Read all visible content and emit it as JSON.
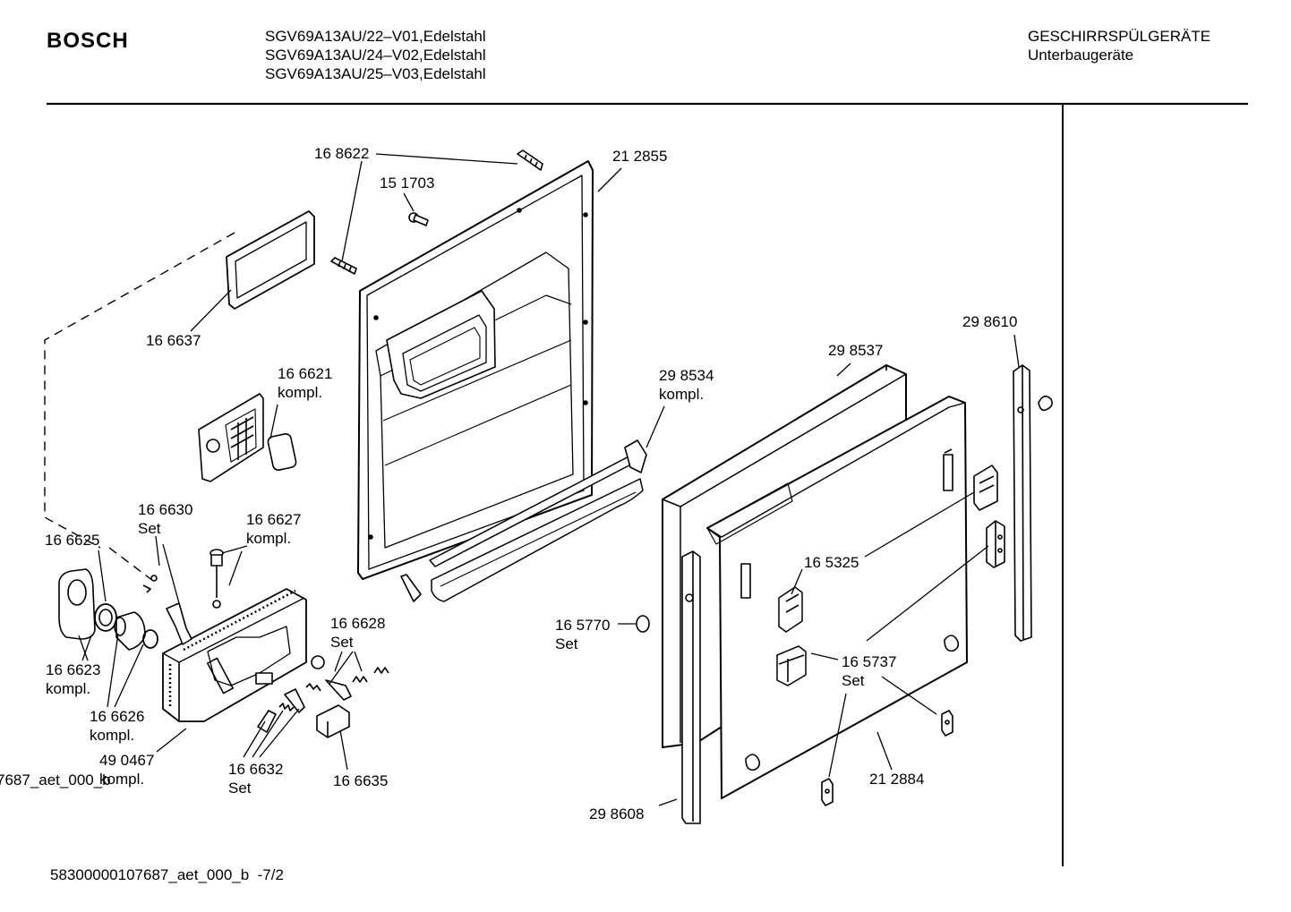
{
  "header": {
    "brand": "BOSCH",
    "models": [
      "SGV69A13AU/22–V01,Edelstahl",
      "SGV69A13AU/24–V02,Edelstahl",
      "SGV69A13AU/25–V03,Edelstahl"
    ],
    "category": "GESCHIRRSPÜLGERÄTE",
    "subcategory": "Unterbaugeräte"
  },
  "parts": [
    {
      "id": "p168622",
      "number": "16 8622",
      "note": ""
    },
    {
      "id": "p151703",
      "number": "15 1703",
      "note": ""
    },
    {
      "id": "p212855",
      "number": "21 2855",
      "note": ""
    },
    {
      "id": "p166637",
      "number": "16 6637",
      "note": ""
    },
    {
      "id": "p166621",
      "number": "16 6621",
      "note": "kompl."
    },
    {
      "id": "p298534",
      "number": "29 8534",
      "note": "kompl."
    },
    {
      "id": "p298537",
      "number": "29 8537",
      "note": ""
    },
    {
      "id": "p298610",
      "number": "29 8610",
      "note": ""
    },
    {
      "id": "p166630",
      "number": "16 6630",
      "note": "Set"
    },
    {
      "id": "p166627",
      "number": "16 6627",
      "note": "kompl."
    },
    {
      "id": "p166625",
      "number": "16 6625",
      "note": ""
    },
    {
      "id": "p166628",
      "number": "16 6628",
      "note": "Set"
    },
    {
      "id": "p166623",
      "number": "16 6623",
      "note": "kompl."
    },
    {
      "id": "p166626",
      "number": "16 6626",
      "note": "kompl."
    },
    {
      "id": "p490467",
      "number": "49 0467",
      "note": "kompl."
    },
    {
      "id": "p166632",
      "number": "16 6632",
      "note": "Set"
    },
    {
      "id": "p166635",
      "number": "16 6635",
      "note": ""
    },
    {
      "id": "p165325",
      "number": "16 5325",
      "note": ""
    },
    {
      "id": "p165770",
      "number": "16 5770",
      "note": "Set"
    },
    {
      "id": "p165737",
      "number": "16 5737",
      "note": "Set"
    },
    {
      "id": "p212884",
      "number": "21 2884",
      "note": ""
    },
    {
      "id": "p298608",
      "number": "29 8608",
      "note": ""
    }
  ],
  "left_edge_fragment": "7687_aet_000_b",
  "footer": {
    "document_id": "58300000107687_aet_000_b",
    "page": "-7/2"
  }
}
